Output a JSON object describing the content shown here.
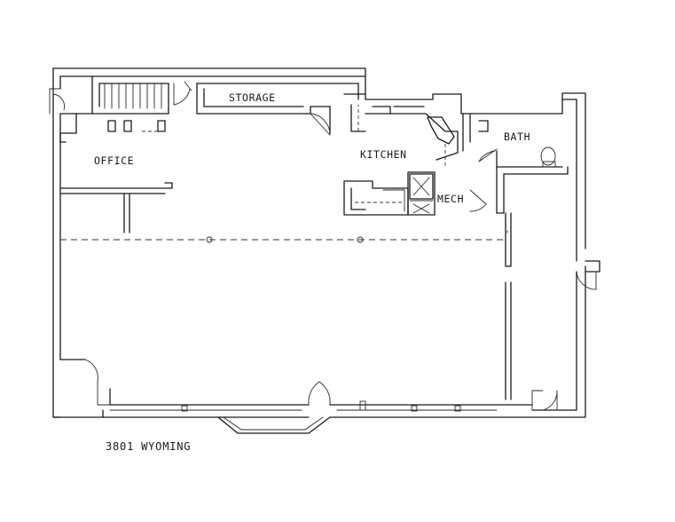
{
  "rooms": {
    "storage": "STORAGE",
    "office": "OFFICE",
    "kitchen": "KITCHEN",
    "bath": "BATH",
    "mech": "MECH"
  },
  "caption": "3801 WYOMING"
}
